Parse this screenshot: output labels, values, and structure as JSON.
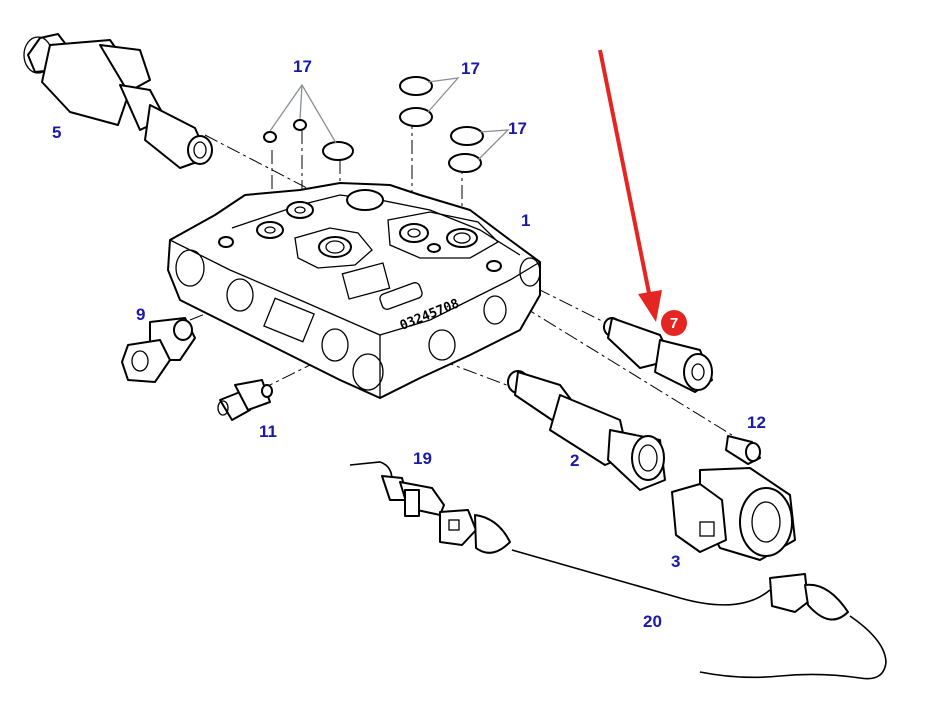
{
  "labels": {
    "p1": "1",
    "p2": "2",
    "p3": "3",
    "p5": "5",
    "p9": "9",
    "p11": "11",
    "p12": "12",
    "p17a": "17",
    "p17b": "17",
    "p17c": "17",
    "p19": "19",
    "p20": "20"
  },
  "highlight": {
    "badge_text": "7",
    "badge_color": "#e52521",
    "arrow_color": "#e52521"
  },
  "block_stamp": "03245708",
  "colors": {
    "label": "#1a1aa8",
    "line": "#000000",
    "leader": "#8a8f96"
  }
}
